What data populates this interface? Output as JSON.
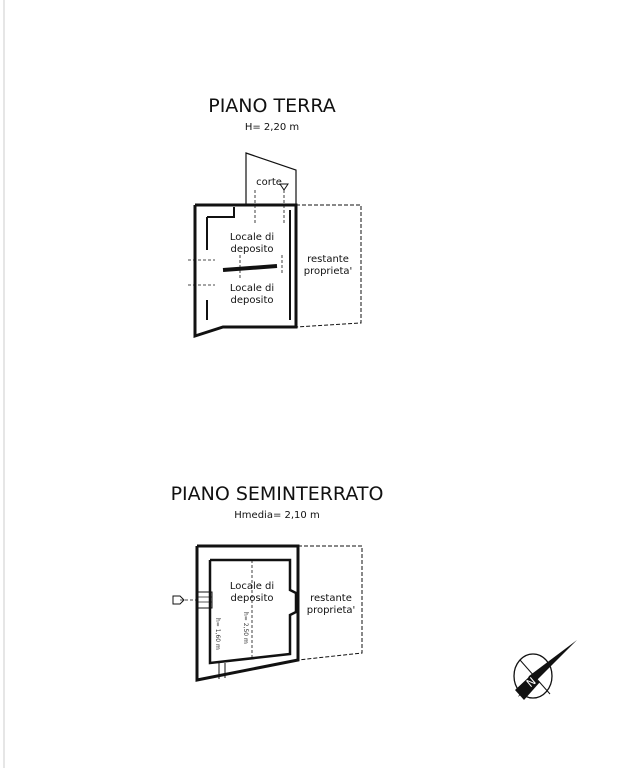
{
  "ground_floor": {
    "title": "PIANO TERRA",
    "height": "H= 2,20 m",
    "courtyard": "corte",
    "room1": [
      "Locale di",
      "deposito"
    ],
    "room2": [
      "Locale di",
      "deposito"
    ],
    "remaining": [
      "restante",
      "proprieta'"
    ]
  },
  "basement": {
    "title": "PIANO SEMINTERRATO",
    "height": "Hmedia= 2,10 m",
    "room": [
      "Locale di",
      "deposito"
    ],
    "remaining": [
      "restante",
      "proprieta'"
    ],
    "height_low": "h= 1,60 m",
    "height_high": "h= 2,50 m"
  },
  "north_arrow": "N"
}
